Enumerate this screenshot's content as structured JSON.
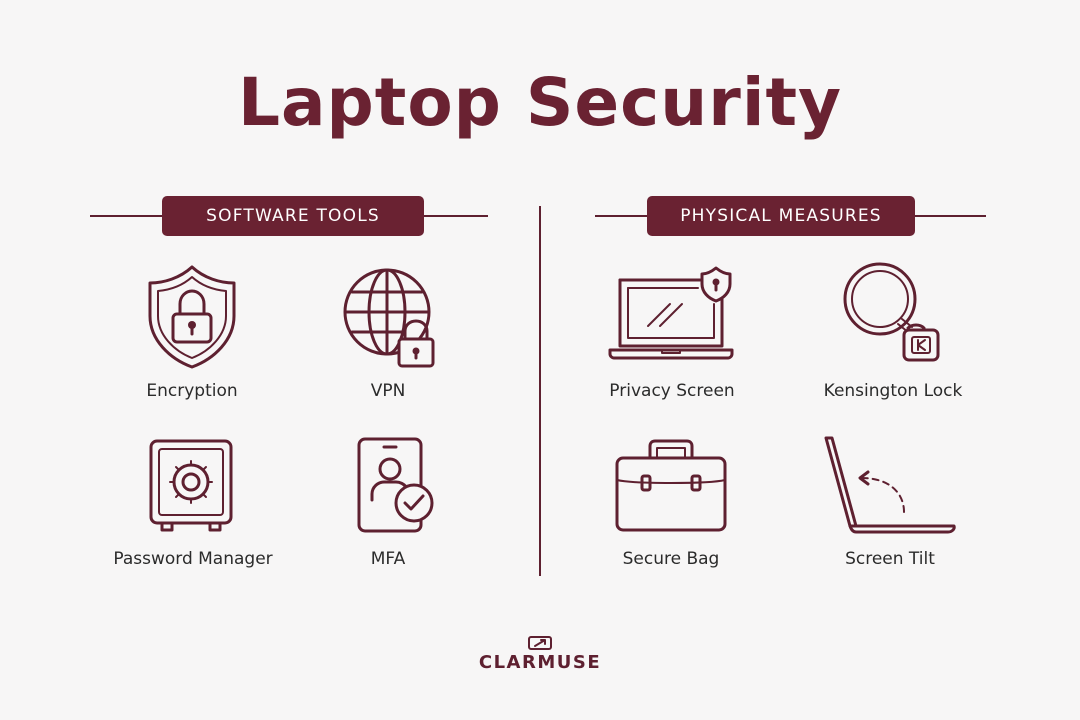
{
  "title": "Laptop Security",
  "colors": {
    "accent": "#6a2232",
    "background": "#f7f6f6",
    "text": "#2b2b2b"
  },
  "sections": [
    {
      "heading": "SOFTWARE TOOLS",
      "items": [
        {
          "label": "Encryption",
          "icon": "shield-lock-icon"
        },
        {
          "label": "VPN",
          "icon": "globe-lock-icon"
        },
        {
          "label": "Password Manager",
          "icon": "safe-icon"
        },
        {
          "label": "MFA",
          "icon": "phone-user-check-icon"
        }
      ]
    },
    {
      "heading": "PHYSICAL MEASURES",
      "items": [
        {
          "label": "Privacy Screen",
          "icon": "laptop-shield-icon"
        },
        {
          "label": "Kensington Lock",
          "icon": "cable-lock-icon"
        },
        {
          "label": "Secure Bag",
          "icon": "briefcase-icon"
        },
        {
          "label": "Screen Tilt",
          "icon": "laptop-tilt-icon"
        }
      ]
    }
  ],
  "brand": {
    "name": "CLARMUSE",
    "icon": "clarmuse-logo-icon"
  }
}
